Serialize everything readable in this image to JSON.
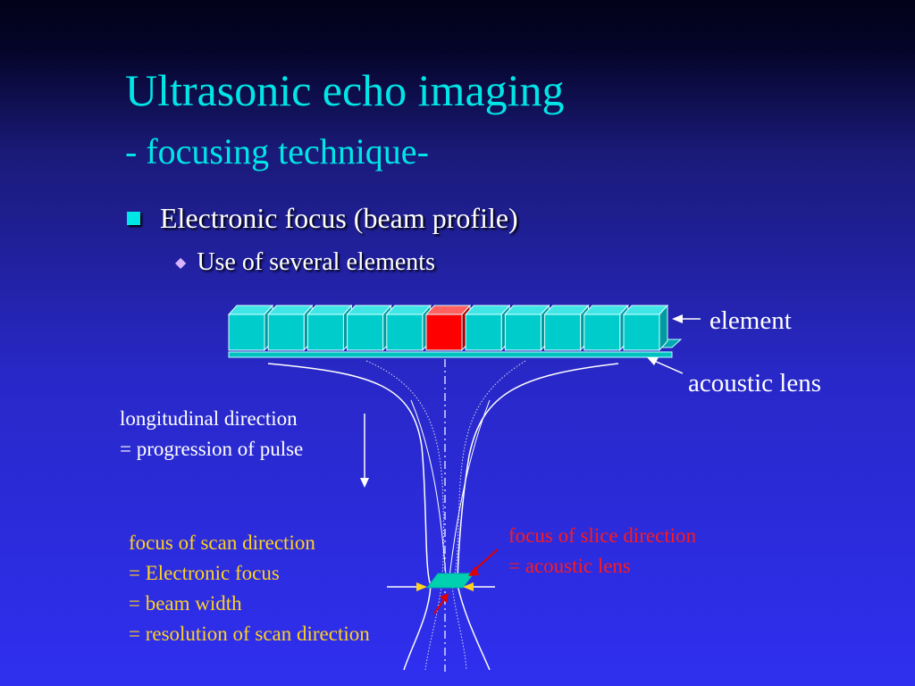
{
  "title": "Ultrasonic echo imaging",
  "subtitle": "- focusing technique-",
  "bullets": [
    {
      "text": "Electronic focus (beam profile)",
      "icon": "square-bullet-icon"
    },
    {
      "text": "Use of several elements",
      "icon": "diamond-bullet-icon"
    }
  ],
  "diagram": {
    "element_count": 11,
    "highlighted_element_index": 5,
    "colors": {
      "element": "#00cccc",
      "element_highlight": "#ff0000",
      "focus_scan_text": "#ffd21e",
      "focus_slice_text": "#ff1a1a",
      "label_text": "#ffffff"
    },
    "labels": {
      "element": "element",
      "acoustic_lens": "acoustic lens"
    },
    "longitudinal": {
      "line1": "longitudinal direction",
      "line2": "= progression of pulse"
    },
    "focus_scan": {
      "line1": "focus of scan direction",
      "line2": "= Electronic focus",
      "line3": "= beam width",
      "line4": "= resolution of scan direction"
    },
    "focus_slice": {
      "line1": "focus of slice direction",
      "line2": "= acoustic lens"
    }
  }
}
